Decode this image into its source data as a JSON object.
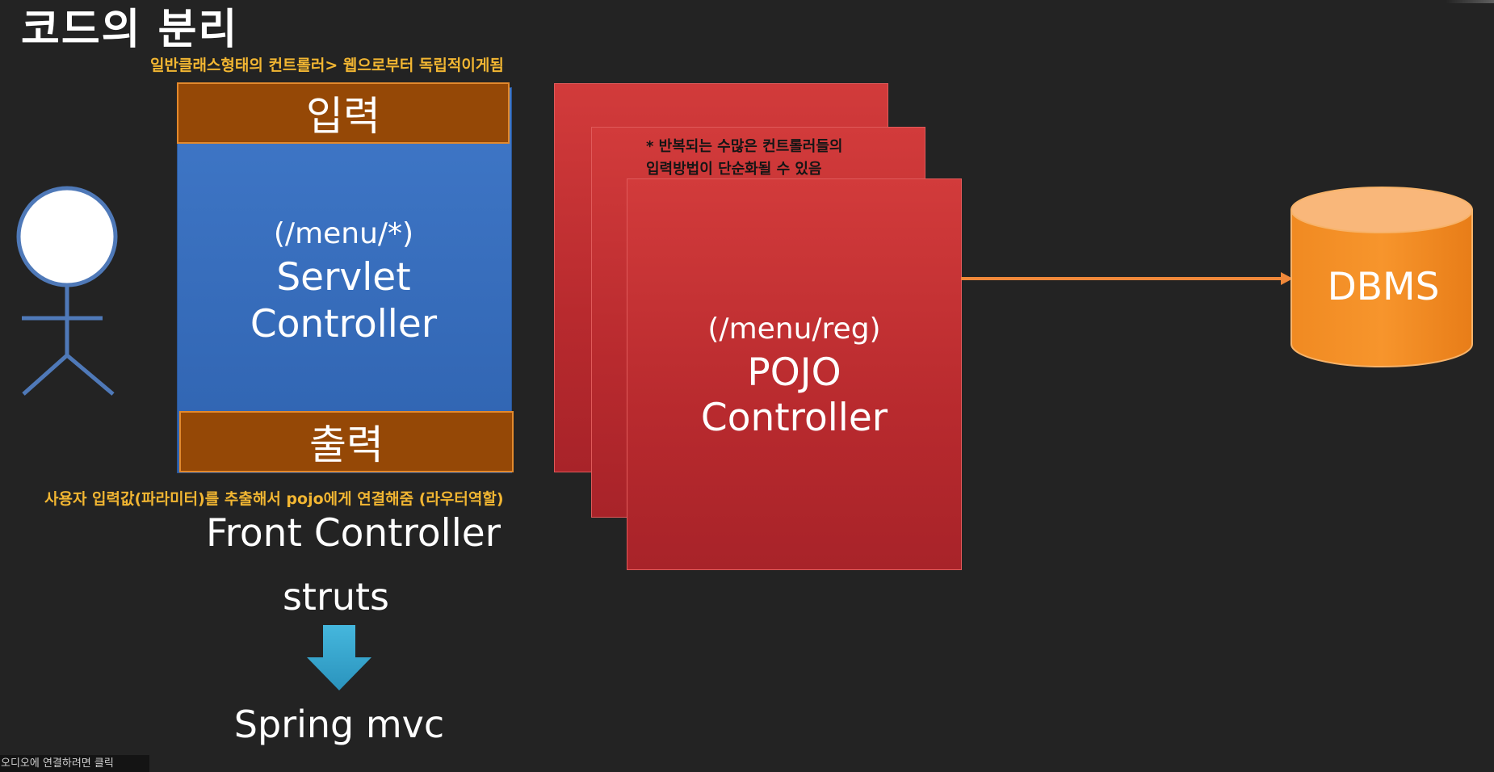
{
  "slide": {
    "title": "코드의 분리",
    "note_top": "일반클래스형태의 컨트롤러> 웹으로부터 독립적이게됨",
    "note_bottom": "사용자 입력값(파라미터)를 추출해서 pojo에게 연결해줌 (라우터역할)"
  },
  "front_controller_block": {
    "input_label": "입력",
    "output_label": "출력",
    "path": "(/menu/*)",
    "line1": "Servlet",
    "line2": "Controller",
    "fill_color": "#3b72c0",
    "bar_color": "#954806"
  },
  "pojo_stack": {
    "note_line1": "* 반복되는 수많은 컨트롤러들의",
    "note_line2": "입력방법이 단순화될 수 있음",
    "path": "(/menu/reg)",
    "line1": "POJO",
    "line2": "Controller",
    "card_color": "#c83134"
  },
  "dbms": {
    "label": "DBMS",
    "color": "#f28a24"
  },
  "bottom": {
    "front_controller": "Front Controller",
    "struts": "struts",
    "spring": "Spring mvc"
  },
  "player": {
    "audio_hint": "오디오에 연결하려면 클릭"
  },
  "icons": {
    "user": "stick-figure-icon",
    "database": "cylinder-database-icon",
    "arrow_right": "arrow-right-icon",
    "arrow_down": "arrow-down-icon"
  }
}
